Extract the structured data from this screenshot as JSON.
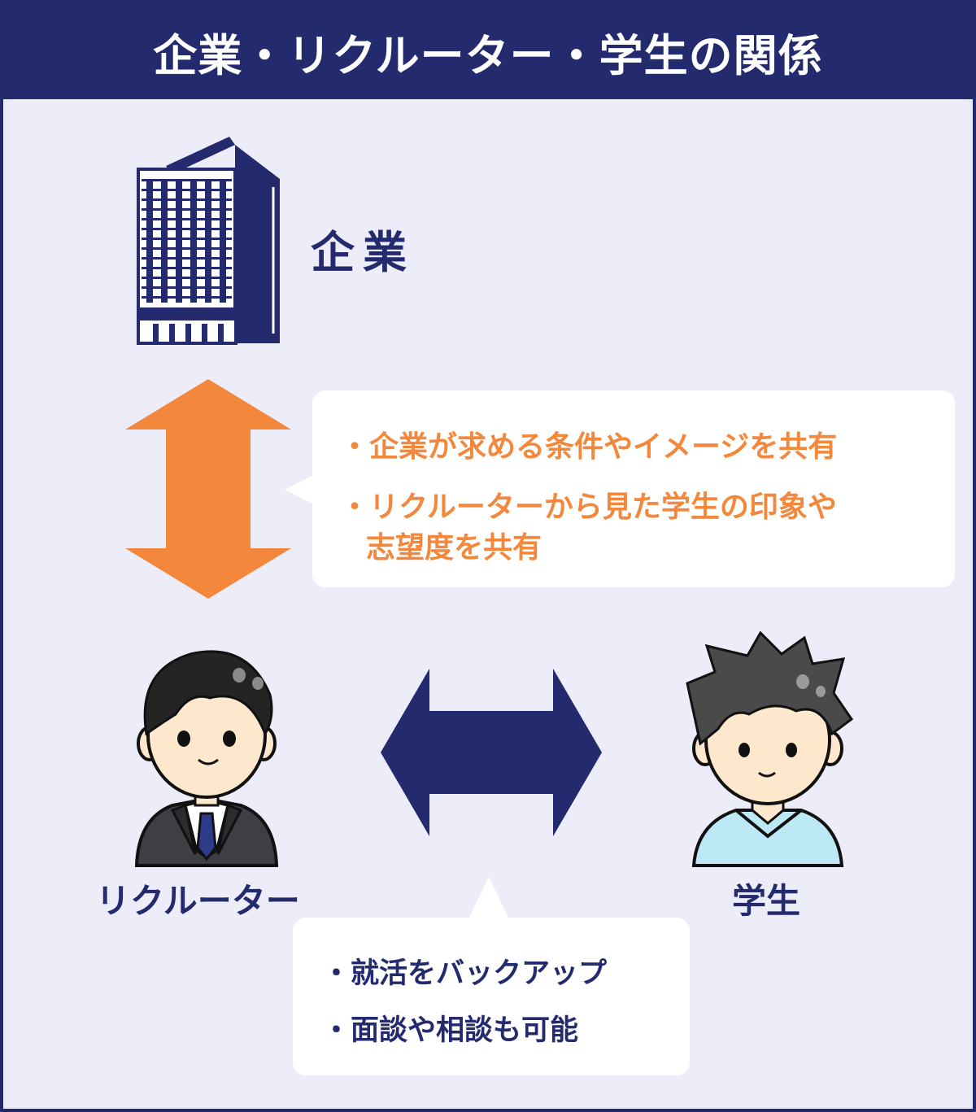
{
  "title": "企業・リクルーター・学生の関係",
  "entities": {
    "company": "企業",
    "recruiter": "リクルーター",
    "student": "学生"
  },
  "company_recruiter_notes": [
    "・企業が求める条件やイメージを共有",
    "・リクルーターから見た学生の印象や",
    "志望度を共有"
  ],
  "recruiter_student_notes": [
    "・就活をバックアップ",
    "・面談や相談も可能"
  ],
  "colors": {
    "navy": "#232a6d",
    "orange": "#f3873b",
    "background": "#ecedf8"
  },
  "icons": {
    "company": "building-icon",
    "recruiter": "recruiter-avatar-icon",
    "student": "student-avatar-icon",
    "company_link": "vertical-double-arrow-icon",
    "student_link": "horizontal-double-arrow-icon"
  }
}
